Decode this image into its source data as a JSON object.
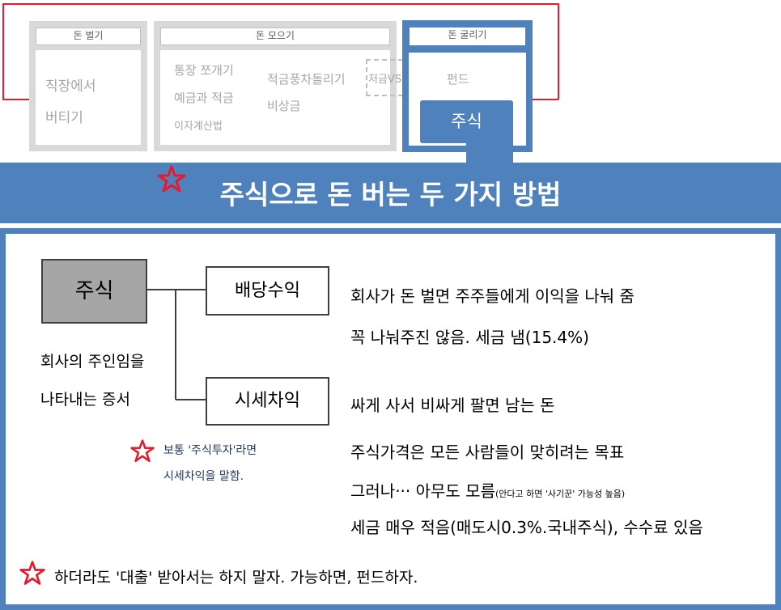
{
  "top": {
    "earn": {
      "title": "돈 벌기",
      "items": [
        "직장에서",
        "버티기"
      ]
    },
    "save": {
      "title": "돈 모으기",
      "items_left": [
        "통장 쪼개기",
        "예금과 적금",
        "이자계산법"
      ],
      "items_mid": [
        "적금풍차돌리기",
        "비상금"
      ],
      "dashed_item": "저금VS투자"
    },
    "grow": {
      "title": "돈 굴리기",
      "fund": "펀드",
      "stock": "주식"
    }
  },
  "banner": {
    "title": "주식으로 돈 버는 두 가지 방법"
  },
  "diagram": {
    "root": "주식",
    "root_desc": [
      "회사의 주인임을",
      "나타내는 증서"
    ],
    "dividend": {
      "label": "배당수익",
      "lines": [
        "회사가 돈 벌면 주주들에게 이익을 나눠 줌",
        "꼭 나눠주진 않음. 세금 냄(15.4%)"
      ]
    },
    "capital": {
      "label": "시세차익",
      "lines": [
        "싸게 사서 비싸게 팔면 남는 돈",
        "주식가격은 모든 사람들이 맞히려는 목표"
      ],
      "line3_main": "그러나··· 아무도 모름",
      "line3_small": "(안다고 하면 '사기꾼' 가능성 높음)",
      "line4": "세금 매우 적음(매도시0.3%.국내주식), 수수료 있음"
    },
    "note": [
      "보통 '주식투자'라면",
      "시세차익을 말함."
    ],
    "footer": "하더라도 '대출' 받아서는 하지 말자. 가능하면, 펀드하자."
  },
  "colors": {
    "accent": "#4f81bd",
    "star": "#e8192c",
    "arrow": "#e8192c",
    "root_fill": "#a6a6a6"
  }
}
